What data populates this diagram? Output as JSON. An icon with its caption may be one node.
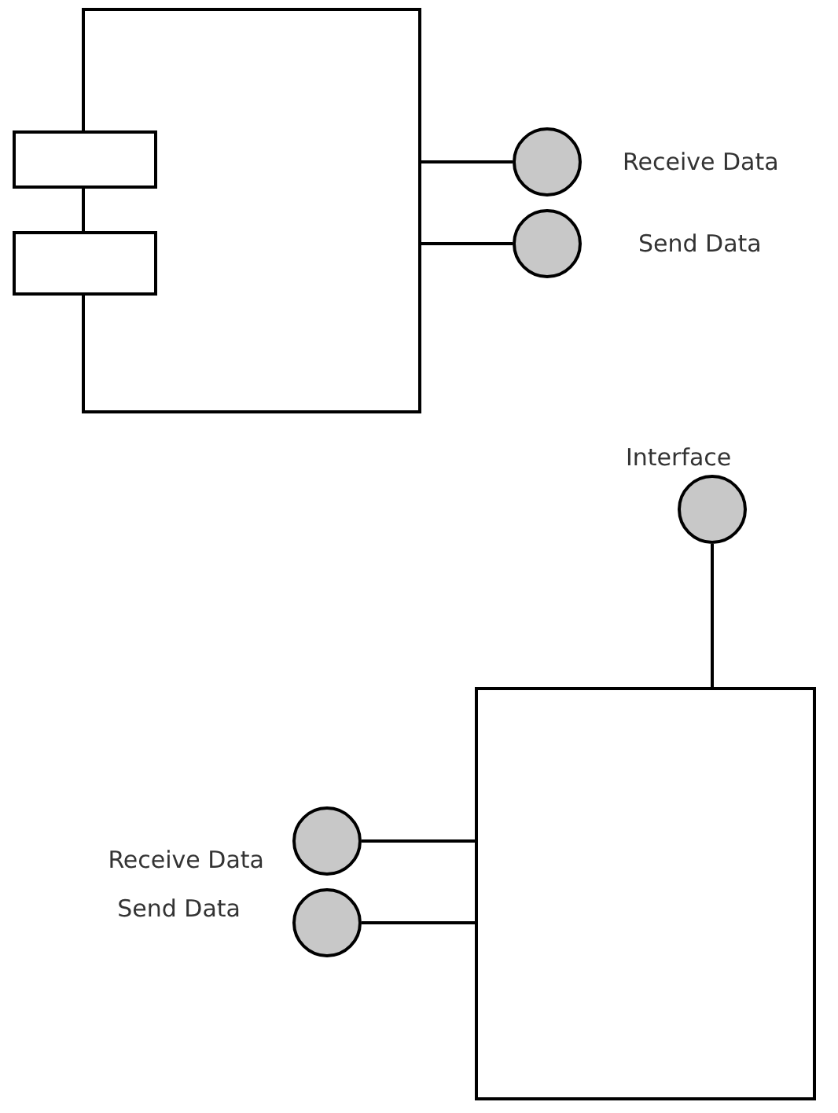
{
  "diagram": {
    "nodes": [
      {
        "text": [],
        "shape": "box"
      },
      {
        "text": [],
        "shape": "box"
      },
      {
        "text": [],
        "shape": "box"
      },
      {
        "text": [],
        "shape": "circle",
        "beside": [
          "Receive Data"
        ]
      },
      {
        "text": [],
        "shape": "circle",
        "beside": [
          "Send Data"
        ]
      },
      {
        "text": [],
        "shape": "circle",
        "beside": [
          "Interface"
        ]
      },
      {
        "text": [],
        "shape": "box"
      },
      {
        "text": [],
        "shape": "circle",
        "beside": [
          "Receive Data"
        ]
      },
      {
        "text": [],
        "shape": "circle",
        "beside": [
          "Send Data"
        ]
      }
    ],
    "edges": [
      {
        "from": 0,
        "to": 3,
        "arrow": "none"
      },
      {
        "from": 0,
        "to": 4,
        "arrow": "none"
      },
      {
        "from": 5,
        "to": 6,
        "arrow": "none"
      },
      {
        "from": 7,
        "to": 6,
        "arrow": "none"
      },
      {
        "from": 8,
        "to": 6,
        "arrow": "none"
      }
    ]
  }
}
